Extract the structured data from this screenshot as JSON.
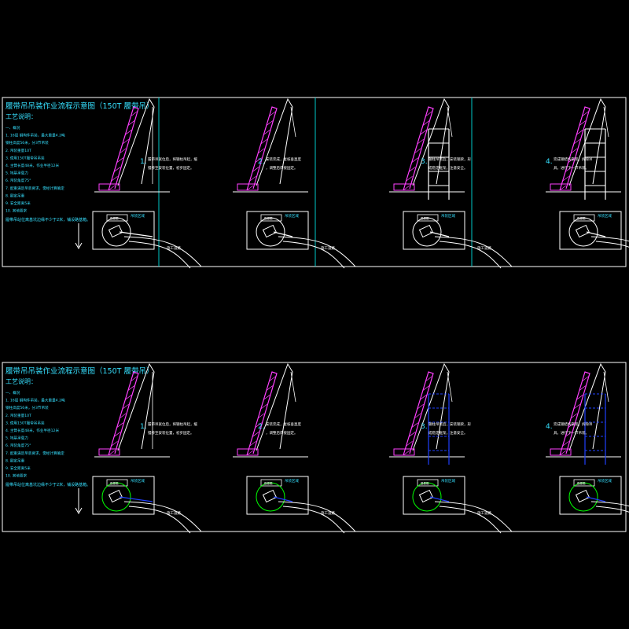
{
  "title": "履带吊吊装作业流程示意图（150T 履带吊）",
  "notes_heading": "工艺说明：",
  "notes": [
    "一、概况",
    "1. 16层 钢构件吊装，最大重量4.2吨",
    "钢柱高度56米，分3节吊装",
    "2. 吊装重量10T",
    "3. 使用150T履带吊吊装",
    "4. 主臂长度48米，作业半径12米",
    "5. 地基承载力",
    "6. 吊装角度75°",
    "7. 配重满足吊装要求，需经计算确定",
    "8. 额定吊重",
    "9. 安全距离5米",
    "10. 其他要求"
  ],
  "bottom_note": "履带吊站位离基坑边缘不少于2米，铺设路基箱。",
  "steps": [
    {
      "num": "1.",
      "text": "履带吊就位后，将钢柱吊起，缓慢移至安装位置，初步固定。"
    },
    {
      "num": "2.",
      "text": "安装完成，复核垂直度，调整后焊接固定。"
    },
    {
      "num": "3.",
      "text": "钢柱吊装后，安装钢梁，形成稳定框架，注意安全。"
    },
    {
      "num": "4.",
      "text": "完成钢结构安装，拆除吊具，进行下一节吊装。"
    }
  ],
  "plan_labels": {
    "pad": "路基箱",
    "legend": "吊装区域",
    "road": "施工道路"
  },
  "colors": {
    "bg": "#000000",
    "frame": "#ffffff",
    "divider": "#00c8c8",
    "crane": "#ff40ff",
    "text": "#ffffff",
    "cyan": "#36e0ff",
    "blue": "#2040ff",
    "green": "#00ff00",
    "yellow": "#ffff40"
  }
}
